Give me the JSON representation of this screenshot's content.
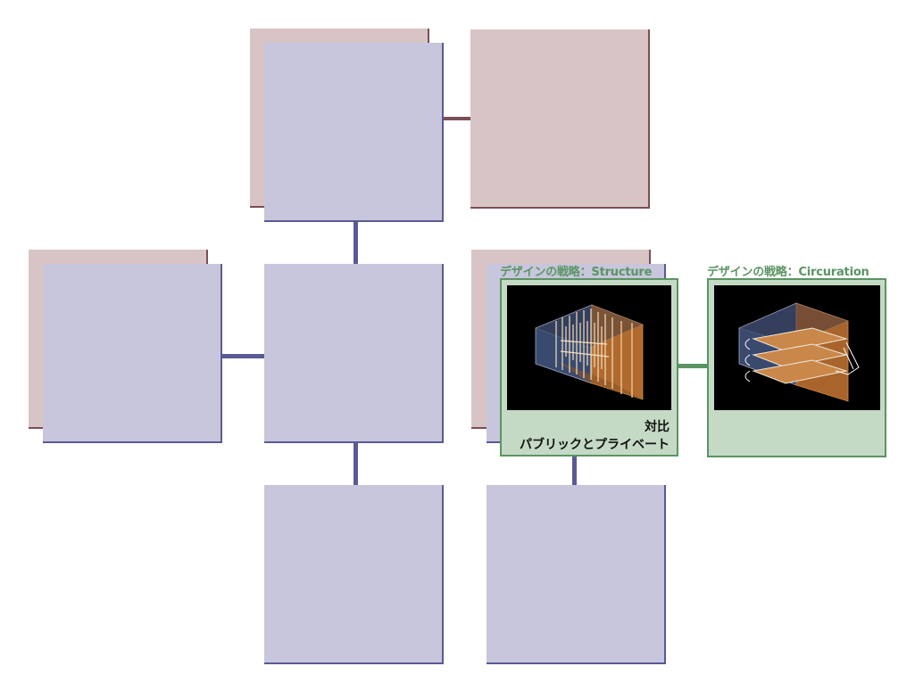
{
  "cards": {
    "structure": {
      "title": "デザインの戦略：Structure",
      "subtitle": "対比",
      "caption": "パブリックとプライベート",
      "image_icon": "isometric-building-structure-icon"
    },
    "circulation": {
      "title": "デザインの戦略：Circuration",
      "image_icon": "isometric-building-circulation-icon"
    }
  },
  "colors": {
    "blue_node": "#c7c6dc",
    "blue_line": "#5a5a94",
    "pink_node": "#d9c4c5",
    "pink_line": "#7a4f55",
    "green_node": "#c4dac5",
    "green_line": "#5a9462"
  }
}
